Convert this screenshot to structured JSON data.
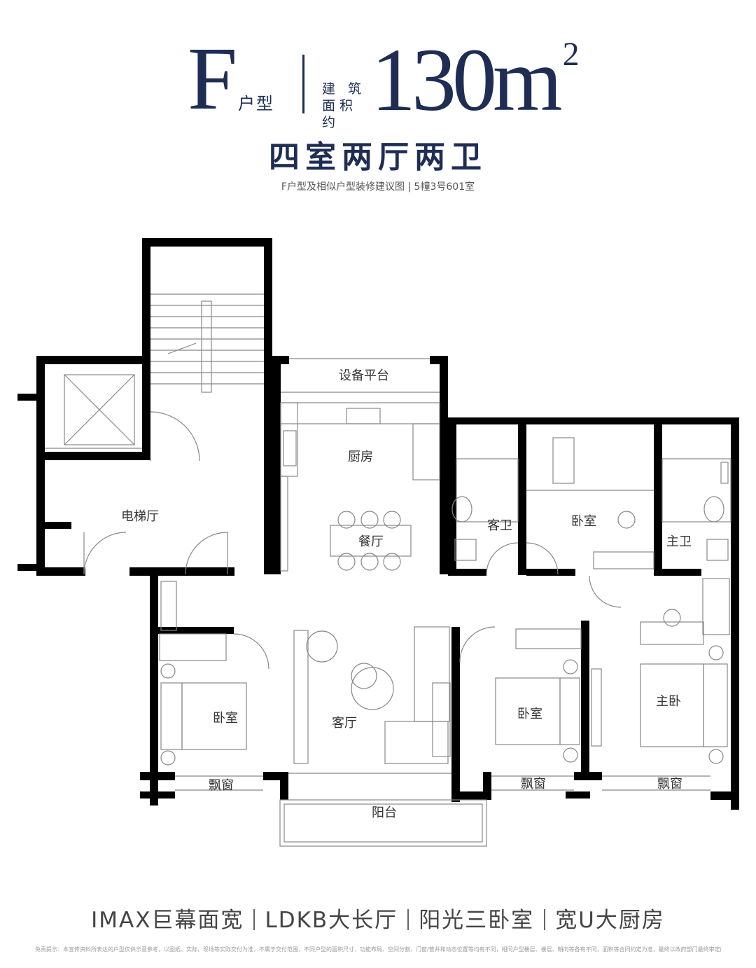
{
  "header": {
    "type_letter": "F",
    "type_suffix": "户型",
    "area_label_line1": "建 筑",
    "area_label_line2": "面积约",
    "area_value": "130m",
    "area_unit_sup": "2",
    "subtitle": "四室两厅两卫",
    "caption": "F户型及相似户型装修建议图 | 5幢3号601室"
  },
  "rooms": {
    "equipment_platform": "设备平台",
    "kitchen": "厨房",
    "elevator_hall": "电梯厅",
    "dining": "餐厅",
    "guest_bath": "客卫",
    "bedroom_north": "卧室",
    "master_bath": "主卫",
    "bedroom_west": "卧室",
    "living": "客厅",
    "bedroom_mid": "卧室",
    "master_bedroom": "主卧",
    "bay_window_west": "飘窗",
    "bay_window_mid": "飘窗",
    "bay_window_east": "飘窗",
    "balcony": "阳台"
  },
  "features": [
    "IMAX巨幕面宽",
    "LDKB大长厅",
    "阳光三卧室",
    "宽U大厨房"
  ],
  "disclaimer": "免责提示：本宣传资料所表达的户型仅供示意参考，以图纸、实际、现场等实际交付为准，不属于交付范围，不同户型的面积尺寸、功能布局、空间分割、门窗/管井和动态位置等均有不同，相同户型楼层、楼层、朝向等各有不同，面积等合同约定为准，最终以政府部门最终审定的图纸和销售合同为准。",
  "colors": {
    "title": "#1f2d55",
    "wall": "#000000",
    "line": "#888888"
  }
}
